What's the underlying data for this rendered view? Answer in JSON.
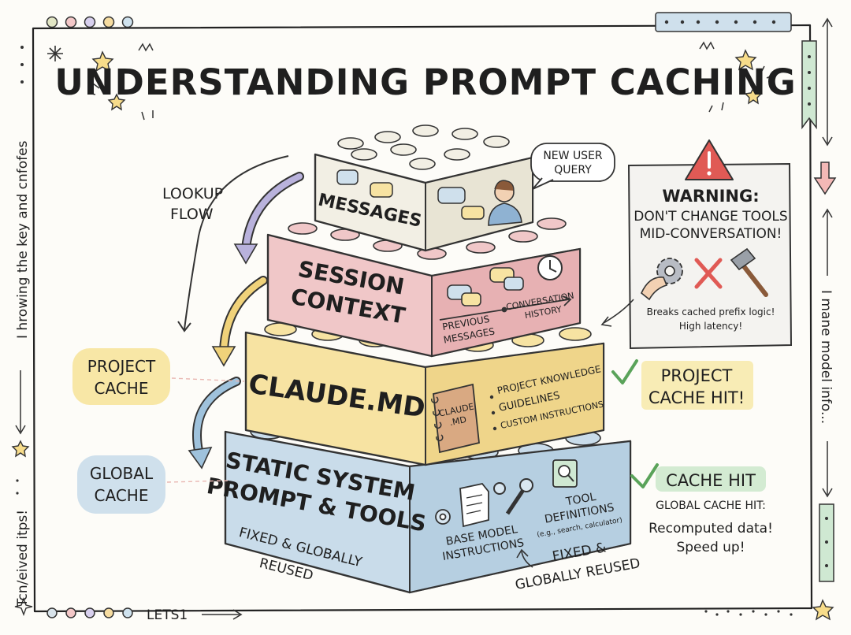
{
  "title": "UNDERSTANDING PROMPT CACHING",
  "margin_left_text": "I hrowing the key and cnfofes",
  "margin_left_bottom_text": "Tcn/eived itps!",
  "margin_right_text": "I mane model info...",
  "footer_text": "LETS1",
  "lookup_flow": {
    "line1": "LOOKUP",
    "line2": "FLOW"
  },
  "layers": {
    "messages": {
      "label": "MESSAGES",
      "bubble": {
        "line1": "NEW USER",
        "line2": "QUERY"
      },
      "color": "#f2efe4"
    },
    "session": {
      "label_line1": "SESSION",
      "label_line2": "CONTEXT",
      "item1_line1": "PREVIOUS",
      "item1_line2": "MESSAGES",
      "item2_line1": "CONVERSATION",
      "item2_line2": "HISTORY",
      "color": "#f0c7c8"
    },
    "claude_md": {
      "label": "CLAUDE.MD",
      "notebook_line1": "CLAUDE",
      "notebook_line2": ".MD",
      "bullets": [
        "PROJECT KNOWLEDGE",
        "GUIDELINES",
        "CUSTOM INSTRUCTIONS"
      ],
      "color": "#f7e3a2"
    },
    "static": {
      "label_line1": "STATIC SYSTEM",
      "label_line2": "PROMPT & TOOLS",
      "base_line1": "BASE MODEL",
      "base_line2": "INSTRUCTIONS",
      "tool_line1": "TOOL",
      "tool_line2": "DEFINITIONS",
      "tool_examples": "(e.g., search, calculator)",
      "color": "#c9dcea"
    }
  },
  "project_cache": {
    "line1": "PROJECT",
    "line2": "CACHE",
    "color": "#f8e7a6"
  },
  "global_cache": {
    "line1": "GLOBAL",
    "line2": "CACHE",
    "color": "#cfe0ec"
  },
  "fixed_left": {
    "line1": "FIXED & GLOBALLY",
    "line2": "REUSED"
  },
  "fixed_right": {
    "line1": "FIXED &",
    "line2": "GLOBALLY REUSED"
  },
  "warning": {
    "title": "WARNING:",
    "line1": "DON'T CHANGE TOOLS",
    "line2": "MID-CONVERSATION!",
    "note1": "Breaks cached prefix logic!",
    "note2": "High latency!"
  },
  "project_hit": {
    "line1": "PROJECT",
    "line2": "CACHE HIT!",
    "color": "#f8ecb5"
  },
  "cache_hit": {
    "badge": "CACHE HIT",
    "global_line": "GLOBAL CACHE HIT:",
    "note1": "Recomputed data!",
    "note2": "Speed up!",
    "color": "#d3ebd2"
  },
  "accent_colors": {
    "check": "#5aa35a",
    "warning_red": "#e05a55",
    "arrow_purple": "#b9b2dc",
    "arrow_yellow": "#f0d27a",
    "arrow_blue": "#9fc2dc"
  }
}
